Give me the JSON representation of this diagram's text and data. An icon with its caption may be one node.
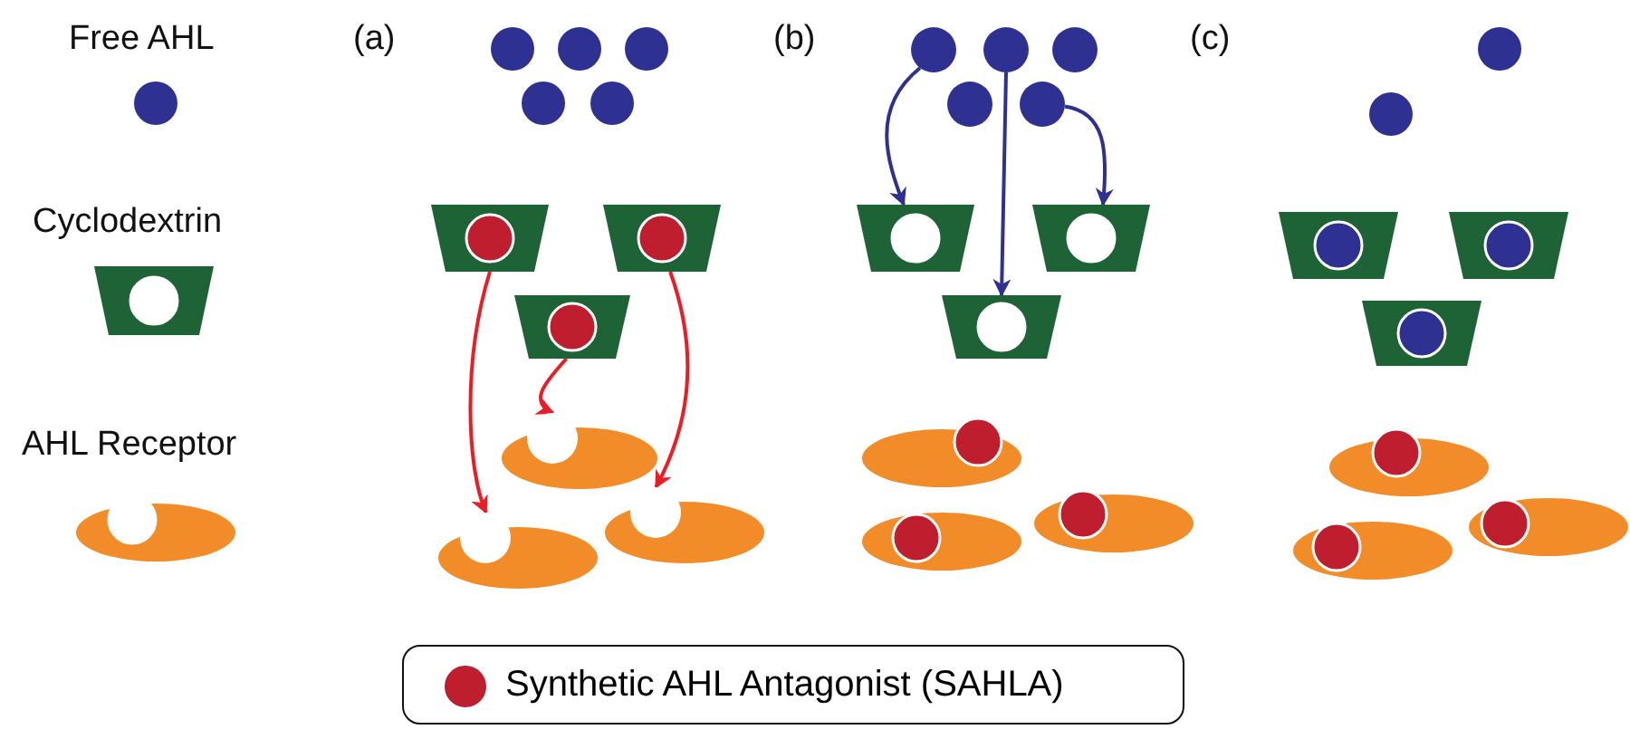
{
  "diagram": {
    "nodes": [
      {
        "text": [],
        "shape": "trapezoid"
      },
      {
        "text": [],
        "shape": "trapezoid"
      },
      {
        "text": [],
        "shape": "trapezoid"
      },
      {
        "text": [],
        "shape": "ellipse"
      },
      {
        "text": [],
        "shape": "ellipse"
      },
      {
        "text": [],
        "shape": "ellipse"
      },
      {
        "text": [],
        "shape": "circle"
      },
      {
        "text": [],
        "shape": "circle"
      },
      {
        "text": [],
        "shape": "circle"
      },
      {
        "text": [],
        "shape": "circle"
      },
      {
        "text": [],
        "shape": "circle"
      },
      {
        "text": [],
        "shape": "trapezoid"
      },
      {
        "text": [],
        "shape": "trapezoid"
      },
      {
        "text": [],
        "shape": "trapezoid"
      }
    ],
    "edges": [
      {
        "from": 0,
        "to": 4,
        "arrow": "to",
        "color": "#ed1c24"
      },
      {
        "from": 2,
        "to": 3,
        "arrow": "to",
        "color": "#ed1c24"
      },
      {
        "from": 1,
        "to": 5,
        "arrow": "to",
        "color": "#ed1c24"
      },
      {
        "from": 6,
        "to": 11,
        "arrow": "to",
        "color": "#2e3192"
      },
      {
        "from": 7,
        "to": 13,
        "arrow": "to",
        "color": "#2e3192"
      },
      {
        "from": 10,
        "to": 12,
        "arrow": "to",
        "color": "#2e3192"
      }
    ],
    "labels": [
      "Free AHL",
      "(a)",
      "(b)",
      "(c)",
      "Cyclodextrin",
      "AHL Receptor"
    ],
    "legend": [
      {
        "text": "Synthetic AHL Antagonist (SAHLA)",
        "color": "#be1e2d"
      }
    ]
  }
}
